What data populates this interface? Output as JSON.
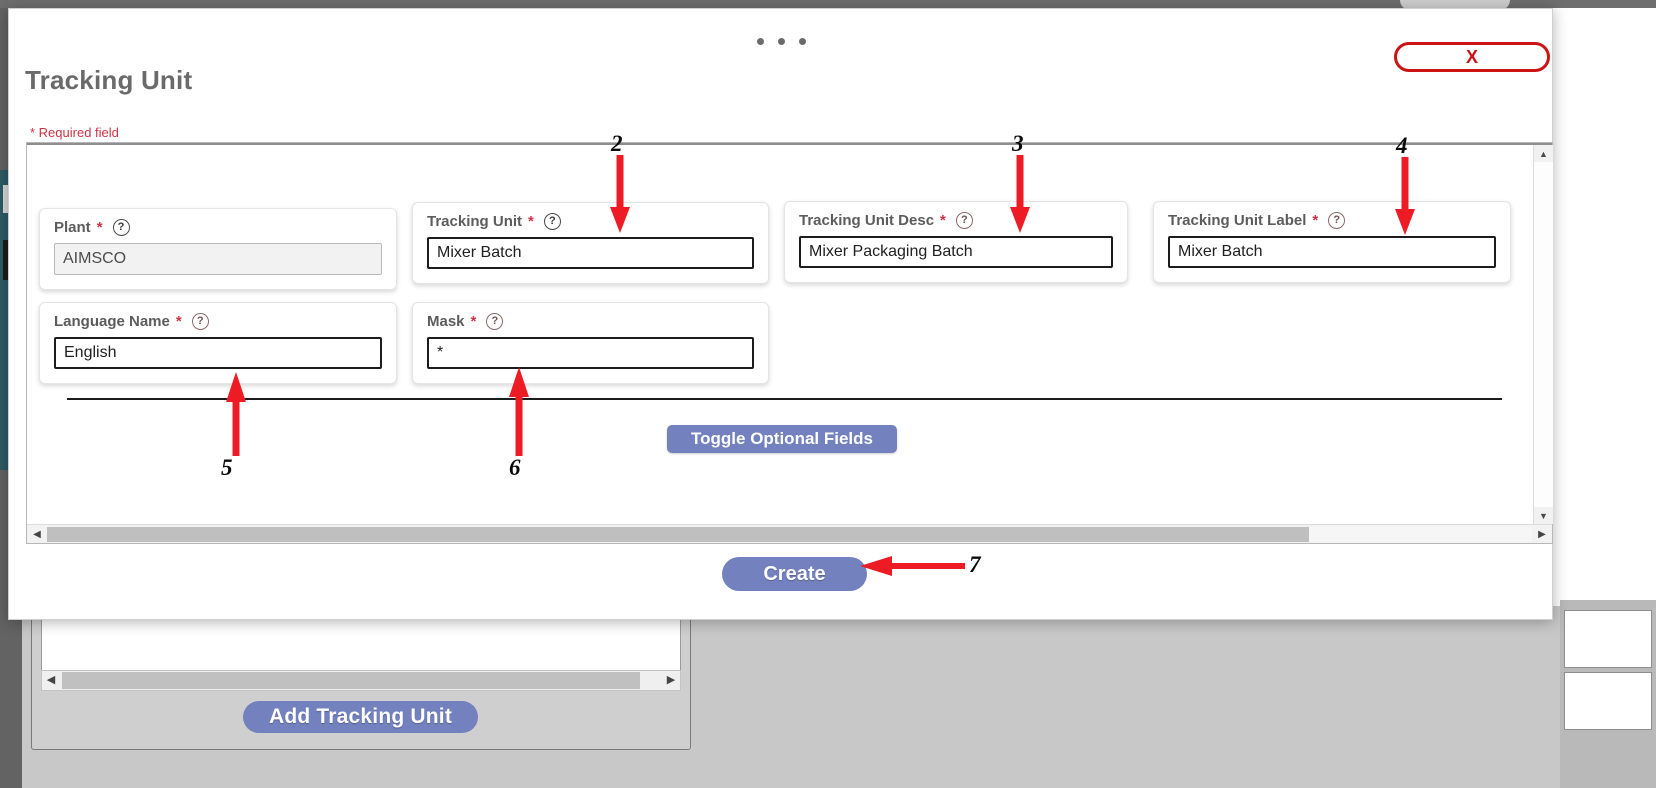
{
  "window": {
    "dots_icon": "ellipsis-icon",
    "close_label": "X"
  },
  "dialog": {
    "title": "Tracking Unit",
    "required_note": "* Required field",
    "help_icon": "question-mark-icon",
    "required_marker": "*"
  },
  "fields": [
    {
      "id": "plant",
      "label": "Plant",
      "required": true,
      "value": "AIMSCO",
      "readonly": true
    },
    {
      "id": "tracking_unit",
      "label": "Tracking Unit",
      "required": true,
      "value": "Mixer Batch",
      "readonly": false
    },
    {
      "id": "tracking_unit_desc",
      "label": "Tracking Unit Desc",
      "required": true,
      "value": "Mixer Packaging Batch",
      "readonly": false
    },
    {
      "id": "tracking_unit_label",
      "label": "Tracking Unit Label",
      "required": true,
      "value": "Mixer Batch",
      "readonly": false
    },
    {
      "id": "language_name",
      "label": "Language Name",
      "required": true,
      "value": "English",
      "readonly": false
    },
    {
      "id": "mask",
      "label": "Mask",
      "required": true,
      "value": "*",
      "readonly": false
    }
  ],
  "buttons": {
    "toggle_optional": "Toggle Optional Fields",
    "create": "Create",
    "add_tracking_unit": "Add Tracking Unit"
  },
  "annotations": {
    "accent_color": "#ED1C24",
    "n2": "2",
    "n3": "3",
    "n4": "4",
    "n5": "5",
    "n6": "6",
    "n7": "7"
  },
  "scrollbars": {
    "up_arrow": "▲",
    "down_arrow": "▼",
    "left_arrow": "◀",
    "right_arrow": "▶"
  },
  "colors": {
    "primary_button": "#7381BF",
    "required_star": "#CC3344",
    "close_red": "#CC1414",
    "title_gray": "#6A6A6A"
  }
}
